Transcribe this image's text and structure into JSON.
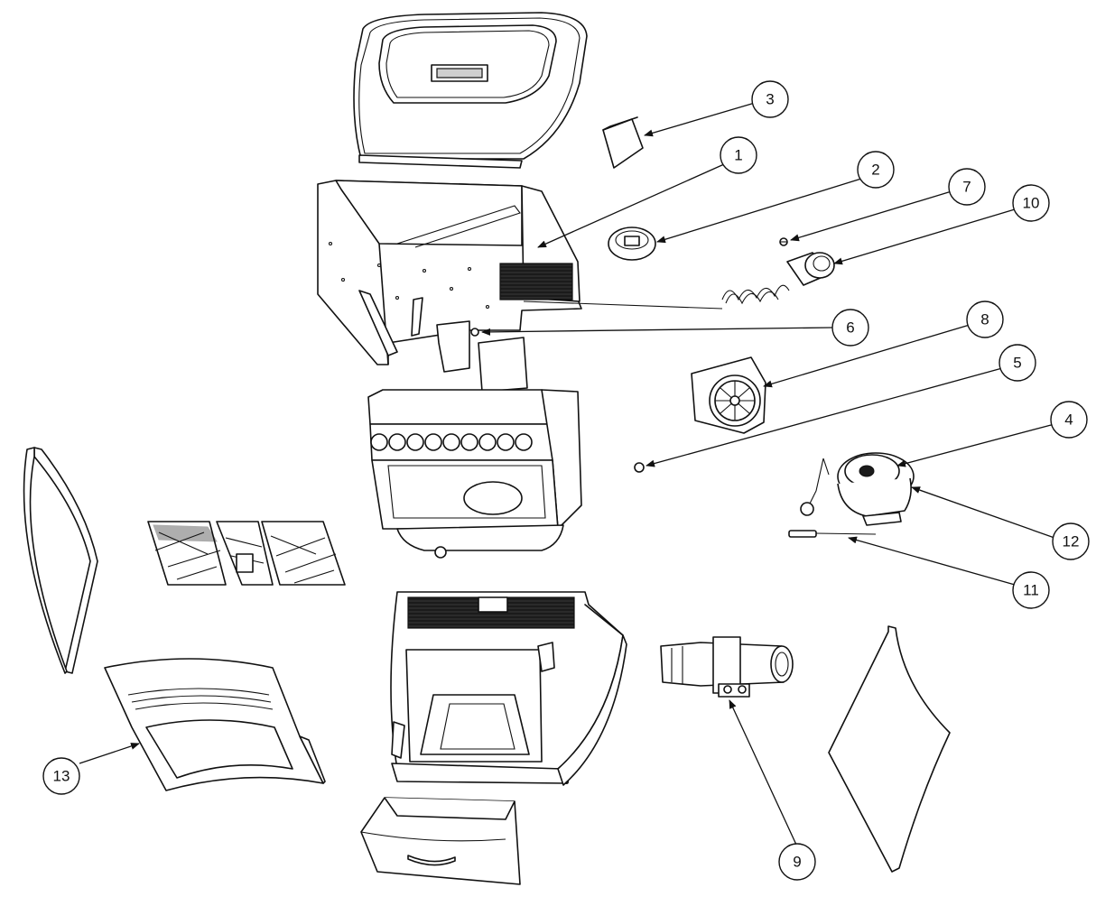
{
  "diagram": {
    "type": "exploded-parts-view",
    "callouts": [
      {
        "id": "1",
        "label": "1"
      },
      {
        "id": "2",
        "label": "2"
      },
      {
        "id": "3",
        "label": "3"
      },
      {
        "id": "4",
        "label": "4"
      },
      {
        "id": "5",
        "label": "5"
      },
      {
        "id": "6",
        "label": "6"
      },
      {
        "id": "7",
        "label": "7"
      },
      {
        "id": "8",
        "label": "8"
      },
      {
        "id": "9",
        "label": "9"
      },
      {
        "id": "10",
        "label": "10"
      },
      {
        "id": "11",
        "label": "11"
      },
      {
        "id": "12",
        "label": "12"
      },
      {
        "id": "13",
        "label": "13"
      }
    ]
  }
}
